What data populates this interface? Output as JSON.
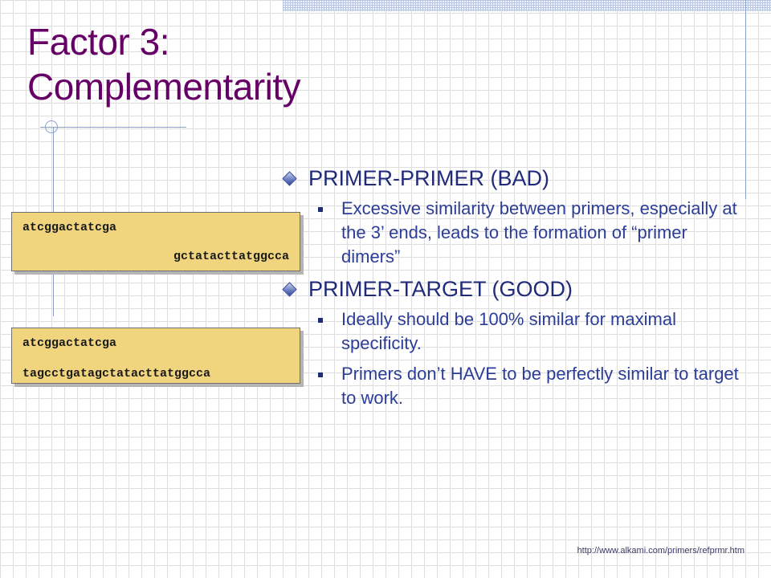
{
  "slide": {
    "title_line1": "Factor 3:",
    "title_line2": "Complementarity"
  },
  "sequences": [
    {
      "line1": "atcggactatcga",
      "line2": "gctatacttatggcca"
    },
    {
      "line1": "atcggactatcga",
      "line2": "tagcctgatagctatacttatggcca"
    }
  ],
  "bullets": [
    {
      "heading": "PRIMER-PRIMER (BAD)",
      "subs": [
        "Excessive similarity between primers, especially at the 3’ ends, leads to the formation of “primer dimers”"
      ]
    },
    {
      "heading": "PRIMER-TARGET (GOOD)",
      "subs": [
        "Ideally should be 100% similar for maximal specificity.",
        "Primers don’t HAVE to be perfectly similar to target to work."
      ]
    }
  ],
  "footer": {
    "url": "http://www.alkami.com/primers/refprmr.htm"
  },
  "colors": {
    "title": "#660066",
    "bullet_text": "#1f2a7a",
    "sequence_box": "#f0d57e"
  },
  "icons": {
    "level1_bullet": "diamond-bullet-icon",
    "level2_bullet": "square-bullet-icon"
  }
}
